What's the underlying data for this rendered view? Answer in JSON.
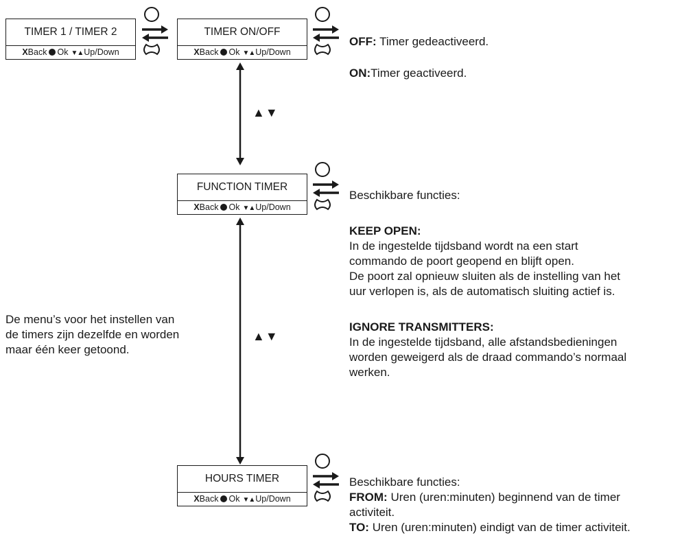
{
  "menus": {
    "timer12": {
      "title": "TIMER 1 / TIMER 2"
    },
    "onoff": {
      "title": "TIMER ON/OFF"
    },
    "function": {
      "title": "FUNCTION TIMER"
    },
    "hours": {
      "title": "HOURS TIMER"
    }
  },
  "keys": {
    "back": "Back",
    "ok": "Ok",
    "updown": "Up/Down"
  },
  "arrow_label": "▲▼",
  "onoff_text": {
    "off_label": "OFF:",
    "off_desc": " Timer gedeactiveerd.",
    "on_label": "ON:",
    "on_desc": "Timer geactiveerd."
  },
  "function_text": {
    "intro": "Beschikbare functies:",
    "keep_open_title": "KEEP OPEN:",
    "keep_open_lines": [
      "In de ingestelde tijdsband wordt na een start",
      "commando de poort geopend en blijft open.",
      "De poort zal opnieuw sluiten als de instelling van het",
      "uur verlopen is, als de automatisch sluiting actief is."
    ],
    "ignore_title": "IGNORE TRANSMITTERS:",
    "ignore_lines": [
      "In de ingestelde tijdsband, alle afstandsbedieningen",
      "worden geweigerd als de draad commando’s normaal",
      "werken."
    ]
  },
  "side_note": [
    "De menu’s voor het instellen van",
    "de timers zijn dezelfde en worden",
    "maar één keer getoond."
  ],
  "hours_text": {
    "intro": "Beschikbare functies:",
    "from_label": "FROM:",
    "from_desc": " Uren (uren:minuten) beginnend van de timer",
    "from_desc2": "activiteit.",
    "to_label": "TO:",
    "to_desc": " Uren (uren:minuten) eindigt van de timer activiteit."
  }
}
